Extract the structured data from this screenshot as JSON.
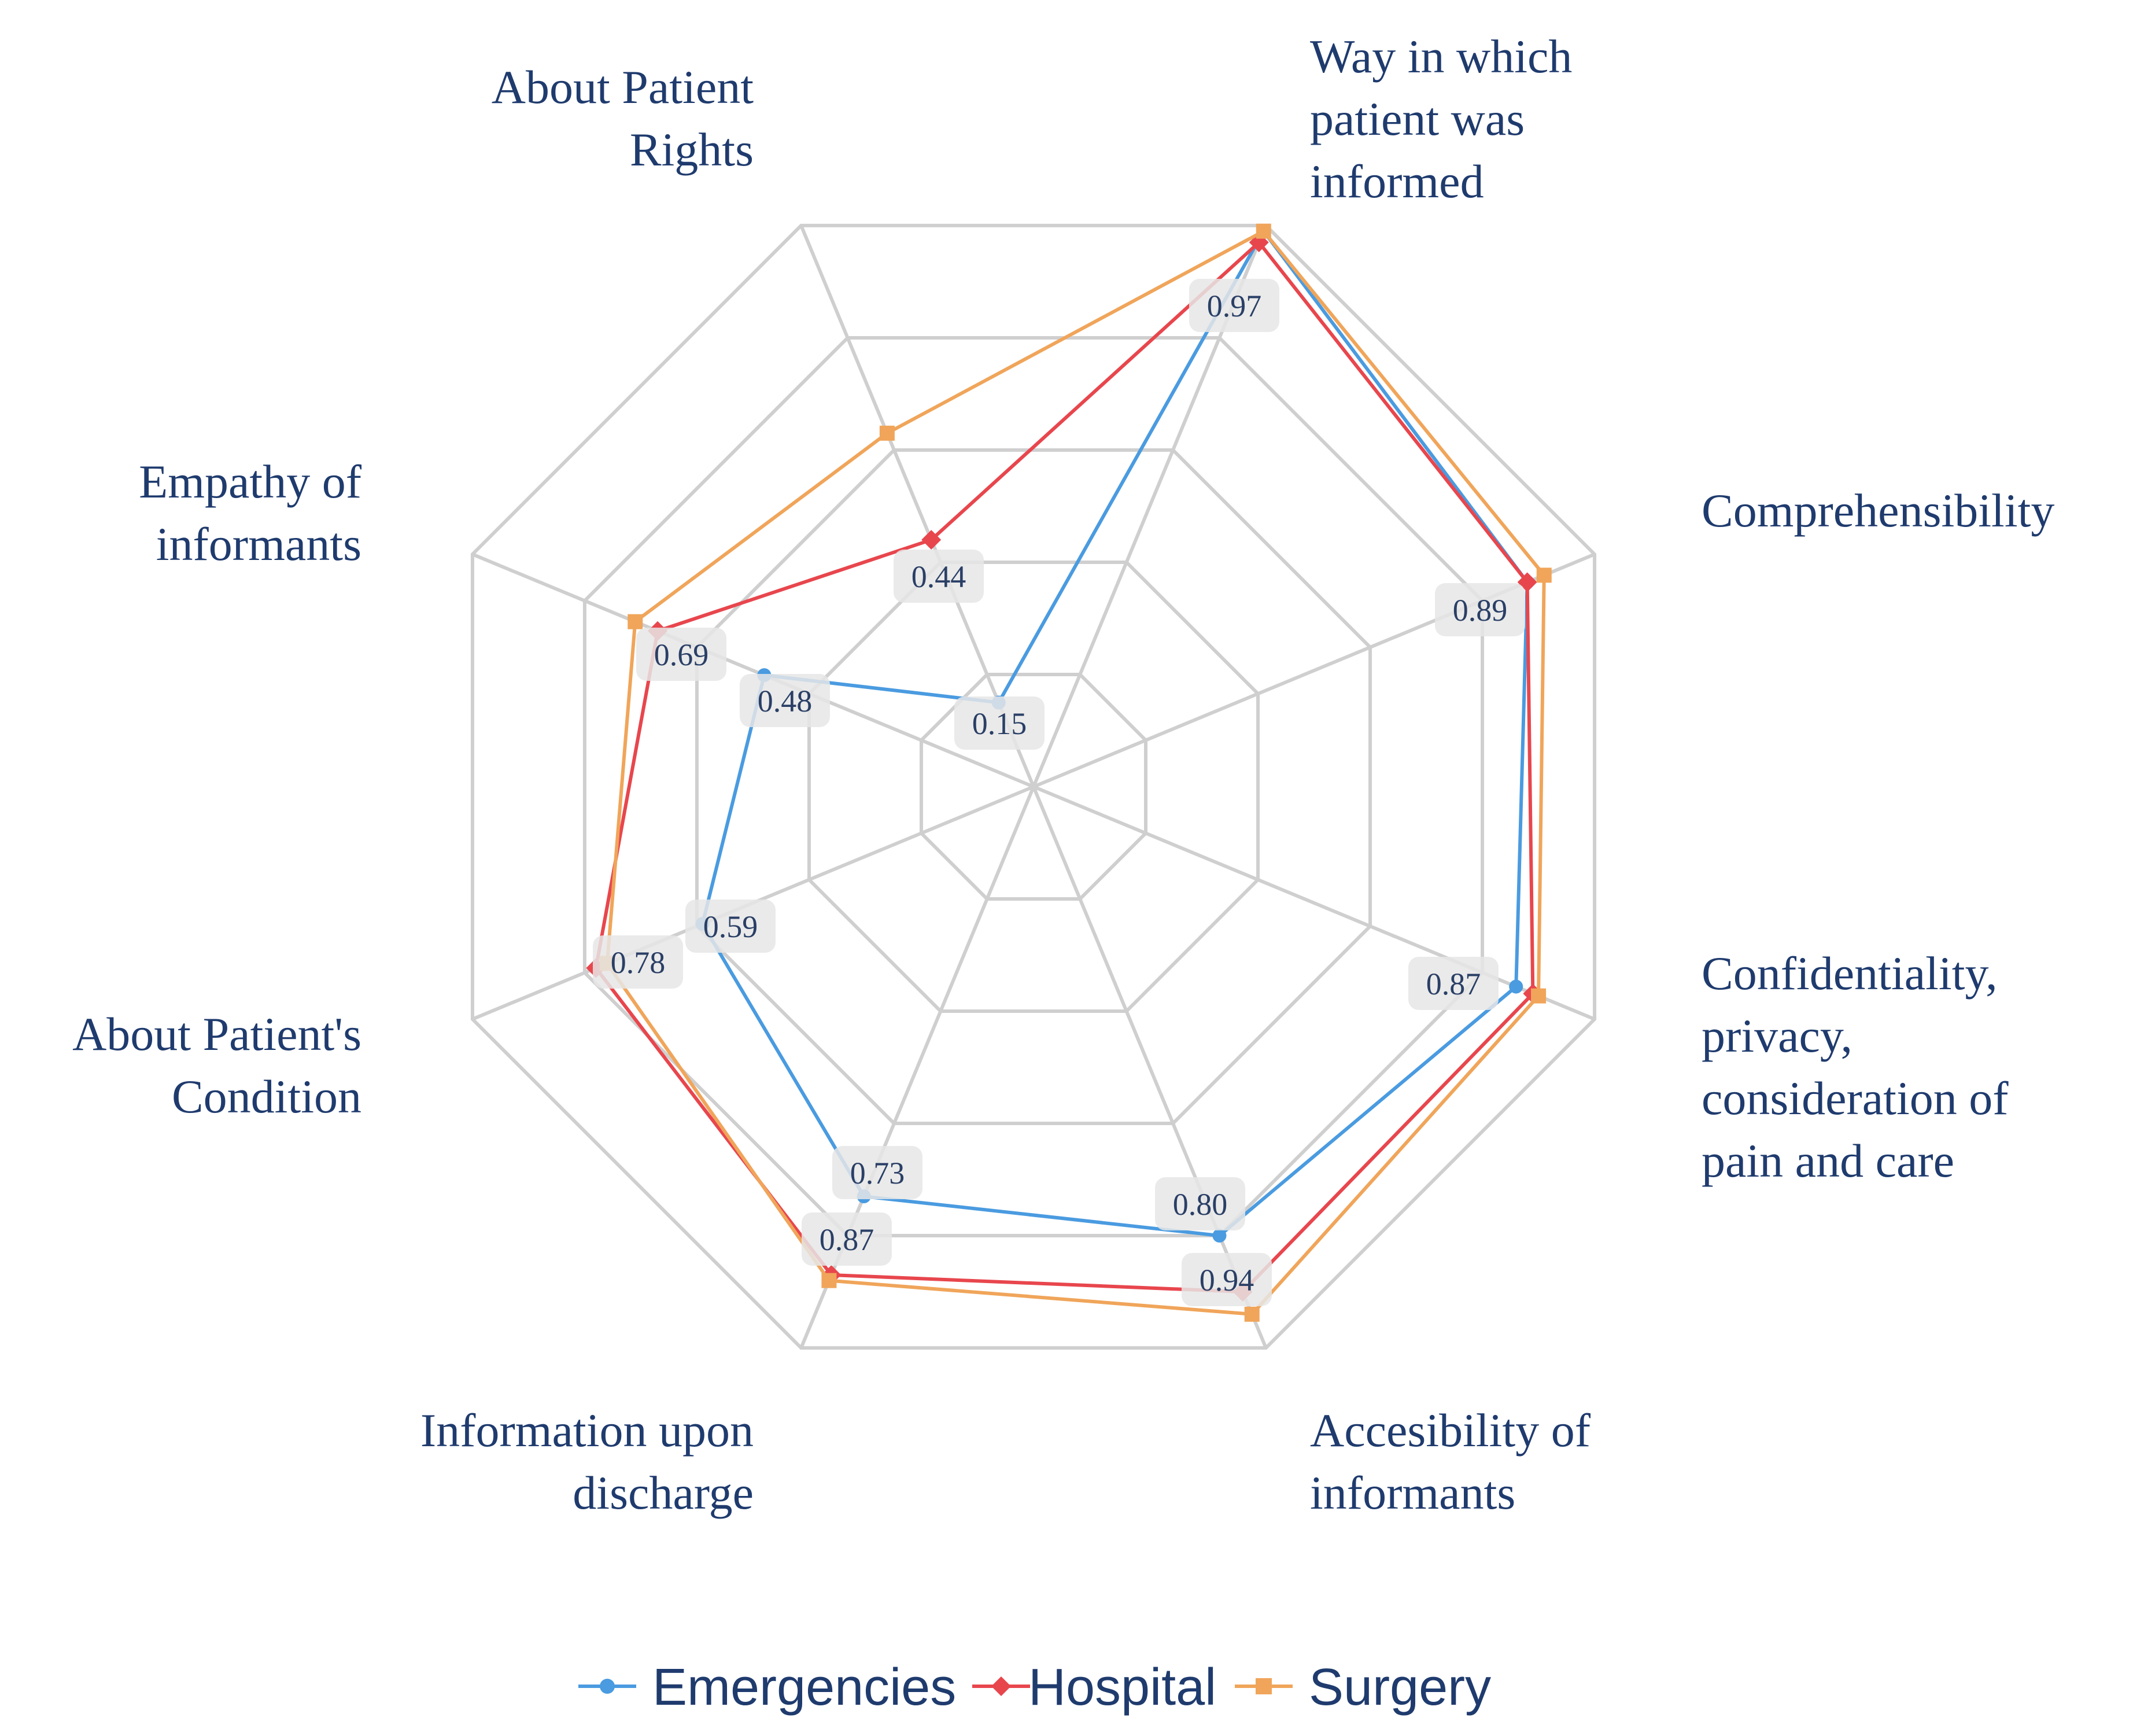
{
  "chart_data": {
    "type": "radar",
    "axes": [
      [
        "Way in which",
        "patient was",
        "informed"
      ],
      [
        "Comprehensibility"
      ],
      [
        "Confidentiality,",
        "privacy,",
        "consideration of",
        "pain and care"
      ],
      [
        "Accesibility of",
        "informants"
      ],
      [
        "Information upon",
        "discharge"
      ],
      [
        "About Patient's",
        "Condition"
      ],
      [
        "Empathy of",
        "informants"
      ],
      [
        "About Patient",
        "Rights"
      ]
    ],
    "rlim": [
      0,
      1
    ],
    "grid_levels": 5,
    "series": [
      {
        "name": "Emergencies",
        "color": "#4a9be0",
        "marker": "circle",
        "values": [
          0.99,
          0.88,
          0.86,
          0.8,
          0.73,
          0.59,
          0.48,
          0.15
        ]
      },
      {
        "name": "Hospital",
        "color": "#e8464d",
        "marker": "diamond",
        "values": [
          0.97,
          0.88,
          0.89,
          0.9,
          0.87,
          0.78,
          0.67,
          0.44
        ]
      },
      {
        "name": "Surgery",
        "color": "#f0a55a",
        "marker": "square",
        "values": [
          0.99,
          0.91,
          0.9,
          0.94,
          0.88,
          0.76,
          0.71,
          0.63
        ]
      }
    ],
    "data_labels": [
      "0.97",
      "0.89",
      "0.87",
      "0.80",
      "0.94",
      "0.73",
      "0.87",
      "0.59",
      "0.78",
      "0.48",
      "0.69",
      "0.15",
      "0.44"
    ],
    "legend": {
      "position": "bottom"
    },
    "grid": true
  }
}
